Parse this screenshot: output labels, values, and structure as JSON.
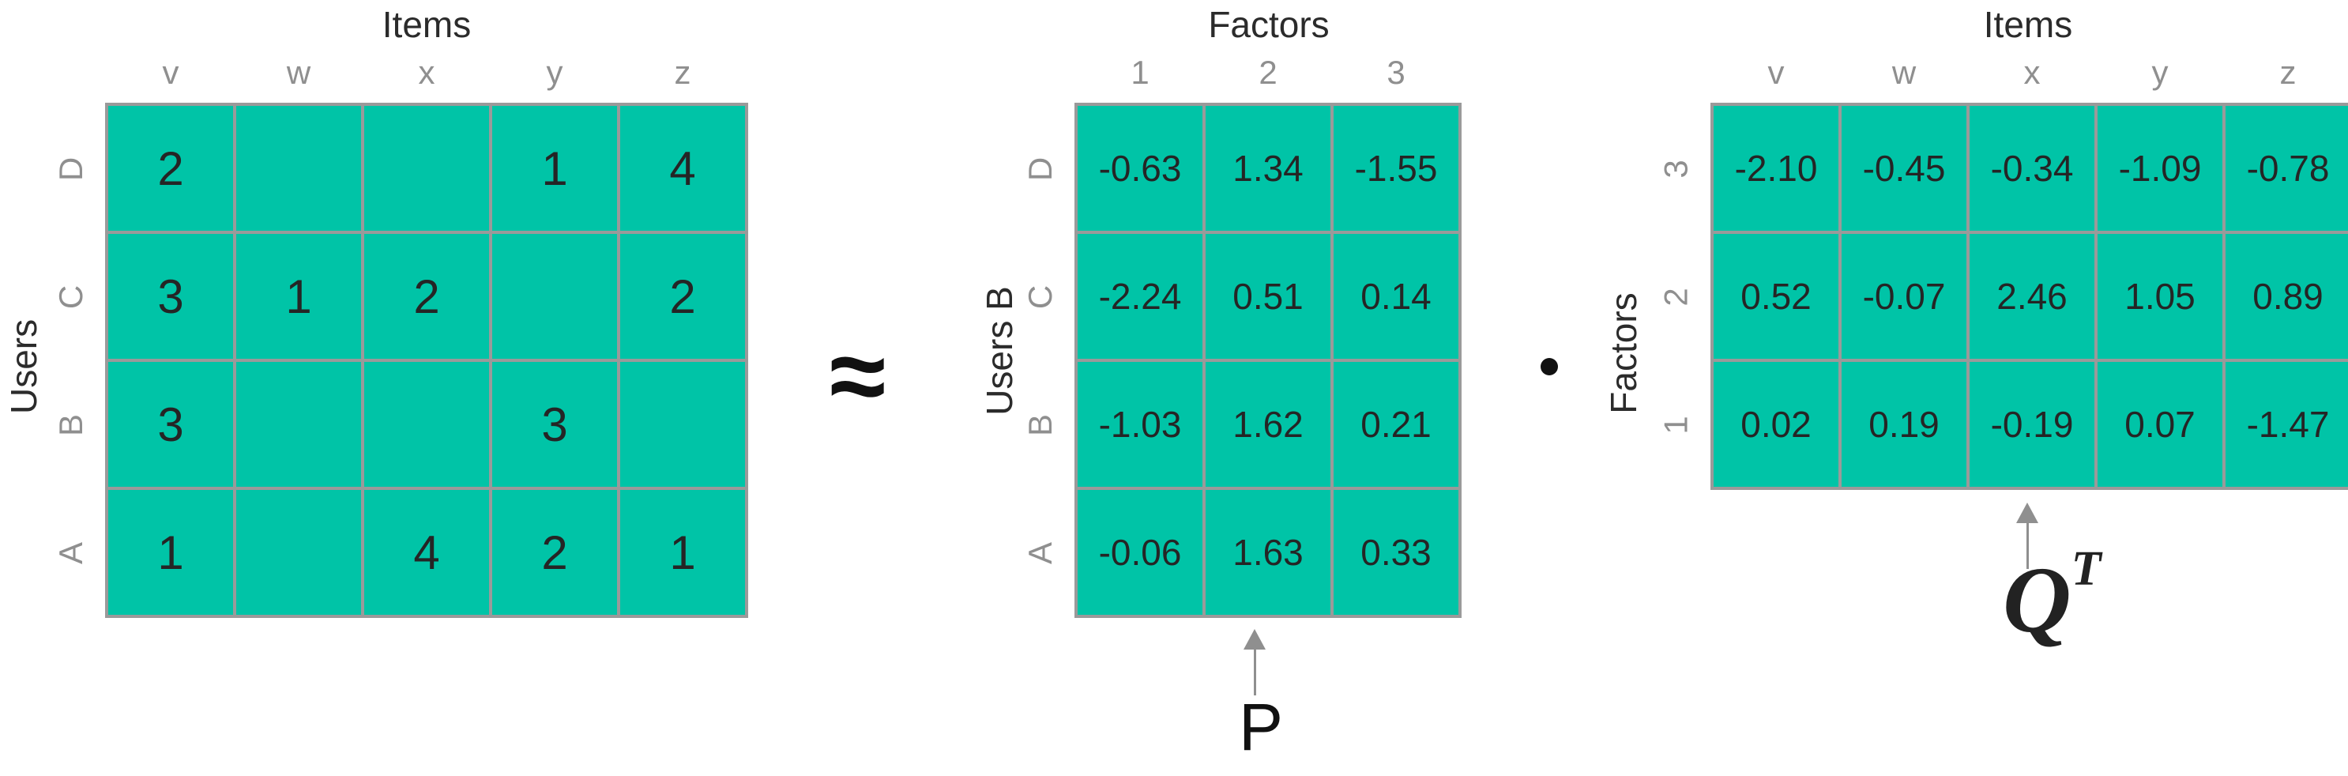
{
  "rating_matrix": {
    "title": "Items",
    "row_axis_label": "Users",
    "columns": [
      "v",
      "w",
      "x",
      "y",
      "z"
    ],
    "rows": [
      {
        "label": "D",
        "cells": [
          "2",
          "",
          "",
          "1",
          "4"
        ]
      },
      {
        "label": "C",
        "cells": [
          "3",
          "1",
          "2",
          "",
          "2"
        ]
      },
      {
        "label": "B",
        "cells": [
          "3",
          "",
          "",
          "3",
          ""
        ]
      },
      {
        "label": "A",
        "cells": [
          "1",
          "",
          "4",
          "2",
          "1"
        ]
      }
    ]
  },
  "approx_symbol": "≈",
  "p_matrix": {
    "title": "Factors",
    "row_axis_label": "Users B",
    "columns": [
      "1",
      "2",
      "3"
    ],
    "rows": [
      {
        "label": "D",
        "cells": [
          "-0.63",
          "1.34",
          "-1.55"
        ]
      },
      {
        "label": "C",
        "cells": [
          "-2.24",
          "0.51",
          "0.14"
        ]
      },
      {
        "label": "B",
        "cells": [
          "-1.03",
          "1.62",
          "0.21"
        ]
      },
      {
        "label": "A",
        "cells": [
          "-0.06",
          "1.63",
          "0.33"
        ]
      }
    ],
    "name": "P"
  },
  "q_matrix": {
    "title": "Items",
    "row_axis_label": "Factors",
    "columns": [
      "v",
      "w",
      "x",
      "y",
      "z"
    ],
    "rows": [
      {
        "label": "3",
        "cells": [
          "-2.10",
          "-0.45",
          "-0.34",
          "-1.09",
          "-0.78"
        ]
      },
      {
        "label": "2",
        "cells": [
          "0.52",
          "-0.07",
          "2.46",
          "1.05",
          "0.89"
        ]
      },
      {
        "label": "1",
        "cells": [
          "0.02",
          "0.19",
          "-0.19",
          "0.07",
          "-1.47"
        ]
      }
    ],
    "name": "Q",
    "name_superscript": "T"
  },
  "colors": {
    "cell_fill": "#00c4a7",
    "grid_line": "#9a9a9a",
    "axis_label": "#8f8f8f"
  }
}
